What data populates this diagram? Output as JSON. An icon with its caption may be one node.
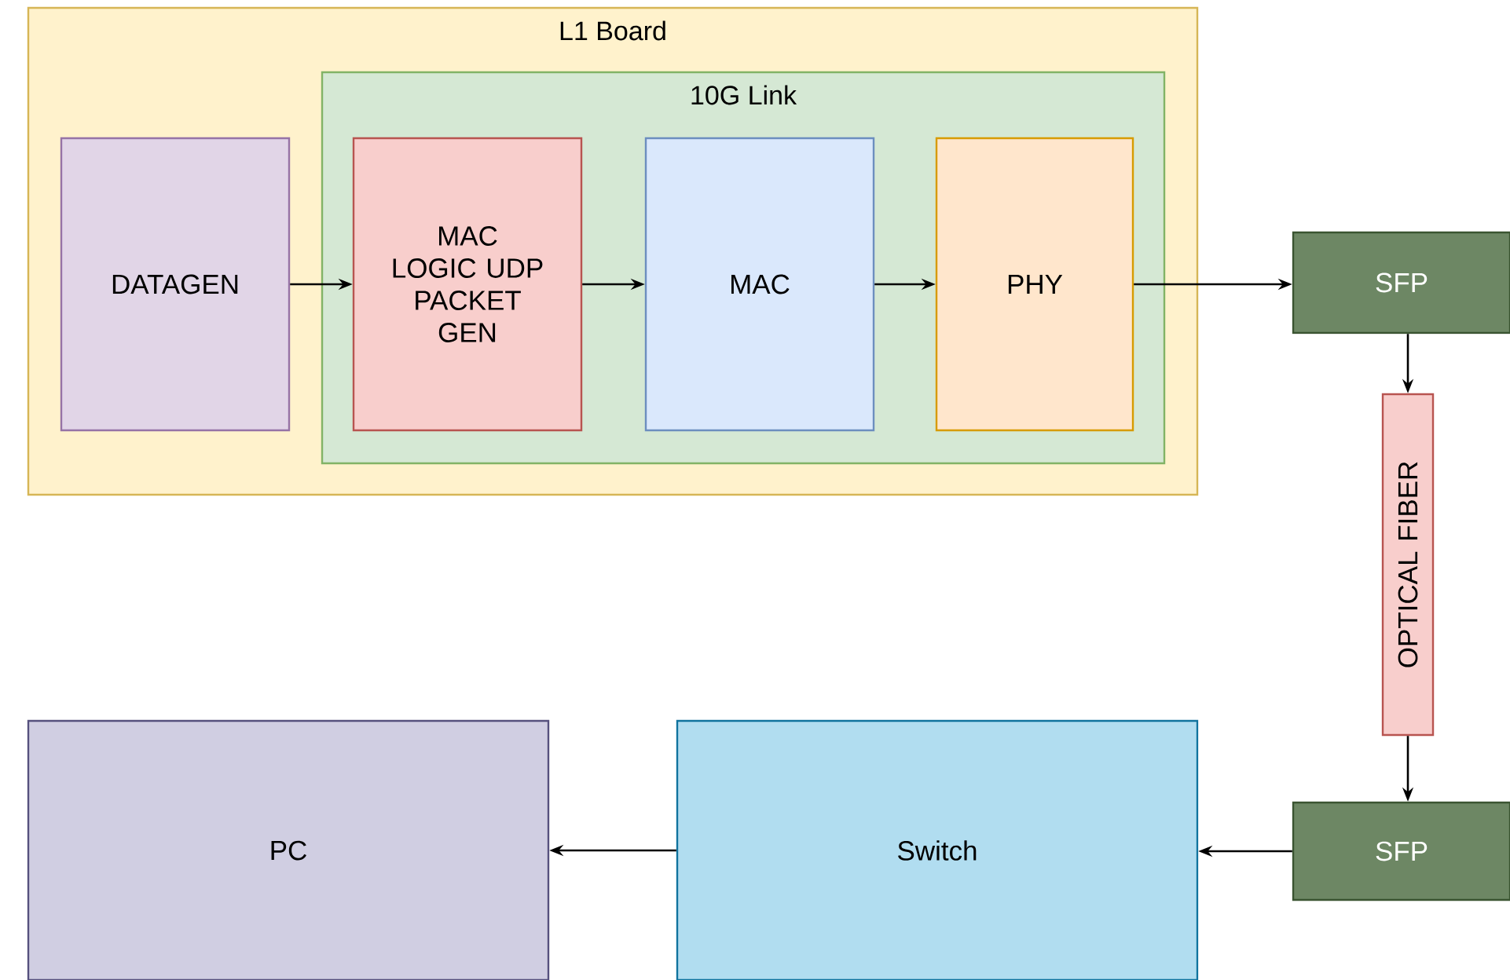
{
  "diagram": {
    "nodes": [
      {
        "text": [
          "L1 Board"
        ]
      },
      {
        "text": [
          "10G Link"
        ],
        "in": 0
      },
      {
        "text": [
          "DATAGEN"
        ],
        "in": 0
      },
      {
        "text": [
          "MAC LOGIC UDP PACKET GEN"
        ],
        "in": 1
      },
      {
        "text": [
          "MAC"
        ],
        "in": 1
      },
      {
        "text": [
          "PHY"
        ],
        "in": 1
      },
      {
        "text": [
          "SFP"
        ]
      },
      {
        "text": [
          "OPTICAL FIBER"
        ]
      },
      {
        "text": [
          "SFP"
        ]
      },
      {
        "text": [
          "Switch"
        ]
      },
      {
        "text": [
          "PC"
        ]
      }
    ],
    "edges": [
      {
        "from": 2,
        "to": 3,
        "arrow": "to"
      },
      {
        "from": 3,
        "to": 4,
        "arrow": "to"
      },
      {
        "from": 4,
        "to": 5,
        "arrow": "to"
      },
      {
        "from": 5,
        "to": 6,
        "arrow": "to"
      },
      {
        "from": 6,
        "to": 7,
        "arrow": "to"
      },
      {
        "from": 7,
        "to": 8,
        "arrow": "to"
      },
      {
        "from": 8,
        "to": 9,
        "arrow": "to"
      },
      {
        "from": 9,
        "to": 10,
        "arrow": "to"
      }
    ]
  }
}
